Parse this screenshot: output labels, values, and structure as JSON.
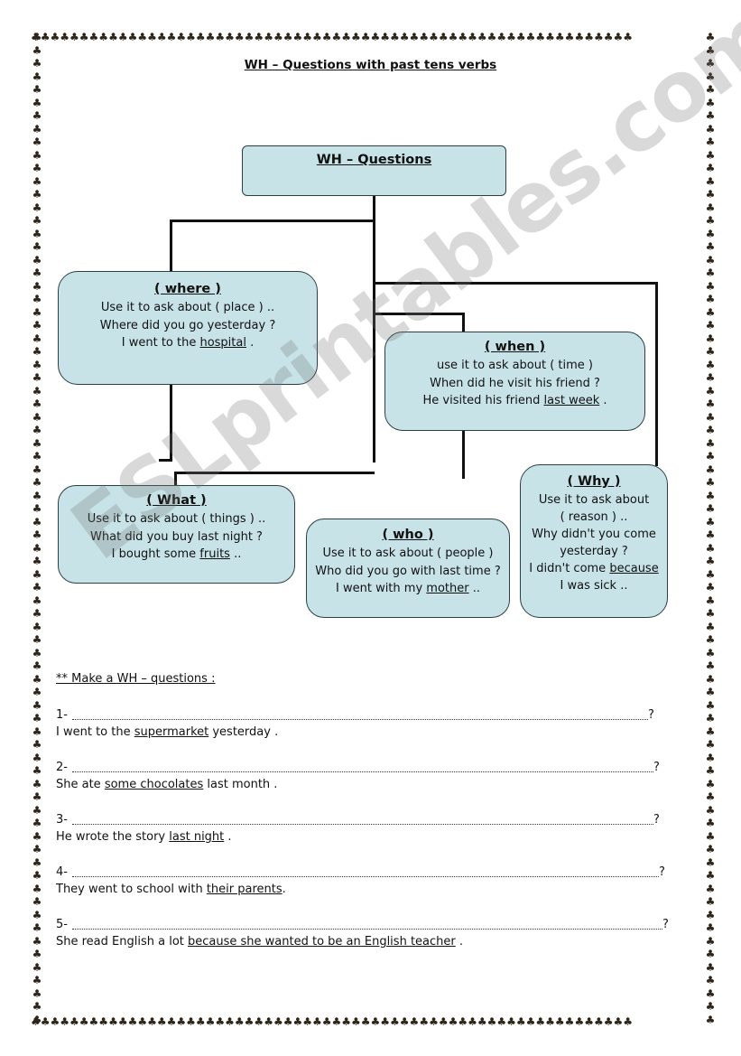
{
  "title": "WH – Questions with past tens verbs",
  "root_box": "WH – Questions",
  "boxes": {
    "where": {
      "heading": "( where )",
      "line1": "Use it to ask about ( place ) ..",
      "line2": "Where  did  you go yesterday ?",
      "line3_pre": "I went to the ",
      "line3_u": "hospital",
      "line3_post": " ."
    },
    "when": {
      "heading": "( when )",
      "line1": "use  it  to ask about ( time )",
      "line2": "When  did he visit his friend ?",
      "line3_pre": "He visited his friend ",
      "line3_u": "last week",
      "line3_post": " ."
    },
    "what": {
      "heading": "(  What )",
      "line1": "Use it to ask about ( things ) ..",
      "line2": "What did you buy last night ?",
      "line3_pre": "I bought some ",
      "line3_u": "fruits",
      "line3_post": " .."
    },
    "who": {
      "heading": "( who )",
      "line1": "Use it to ask about ( people )",
      "line2": "Who did you go with last time ?",
      "line3_pre": "I went with my ",
      "line3_u": "mother",
      "line3_post": " .."
    },
    "why": {
      "heading": "( Why )",
      "line1": "Use it to ask about",
      "line2": "( reason ) ..",
      "line3": "Why didn't you come",
      "line4": "yesterday ?",
      "line5_pre": "I didn't come ",
      "line5_u": "because",
      "line6": "I was sick .."
    }
  },
  "exercise": {
    "intro": "** Make a WH – questions :",
    "items": [
      {
        "num": "1-",
        "qmark": "?",
        "pre": "I went to the ",
        "u": "supermarket",
        "post": " yesterday ."
      },
      {
        "num": "2-",
        "qmark": "?",
        "pre": " She ate ",
        "u": "some chocolates",
        "post": " last month ."
      },
      {
        "num": "3-",
        "qmark": "?",
        "pre": "He wrote the story ",
        "u": "last night",
        "post": " ."
      },
      {
        "num": "4-",
        "qmark": "?",
        "pre": "They went to school with ",
        "u": "their parents",
        "post": "."
      },
      {
        "num": "5-",
        "qmark": "?",
        "pre": " She read English a lot ",
        "u": "because she wanted to be an English teacher",
        "post": " ."
      }
    ]
  },
  "watermark": "ESLprintables.com",
  "colors": {
    "box_fill": "#c7e3e7",
    "border_trees": "#2e2418"
  },
  "icons": {
    "border": "palm-tree-icon"
  }
}
